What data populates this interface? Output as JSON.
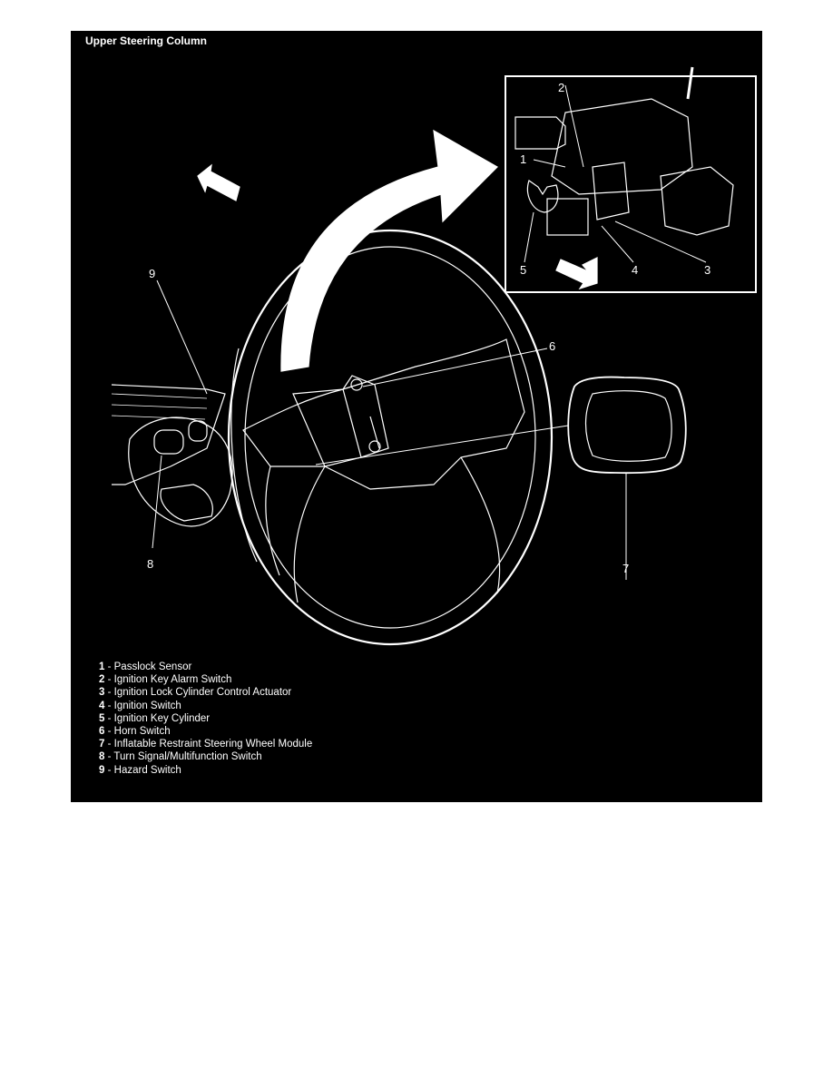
{
  "title": "Upper Steering Column",
  "callouts": [
    "1",
    "2",
    "3",
    "4",
    "5",
    "6",
    "7",
    "8",
    "9"
  ],
  "legend": [
    {
      "num": "1",
      "text": "Passlock Sensor"
    },
    {
      "num": "2",
      "text": "Ignition Key Alarm Switch"
    },
    {
      "num": "3",
      "text": "Ignition Lock Cylinder Control Actuator"
    },
    {
      "num": "4",
      "text": "Ignition Switch"
    },
    {
      "num": "5",
      "text": "Ignition Key Cylinder"
    },
    {
      "num": "6",
      "text": "Horn Switch"
    },
    {
      "num": "7",
      "text": "Inflatable Restraint Steering Wheel Module"
    },
    {
      "num": "8",
      "text": "Turn Signal/Multifunction Switch"
    },
    {
      "num": "9",
      "text": "Hazard Switch"
    }
  ],
  "colors": {
    "background": "#000000",
    "linework": "#ffffff",
    "page": "#ffffff"
  }
}
